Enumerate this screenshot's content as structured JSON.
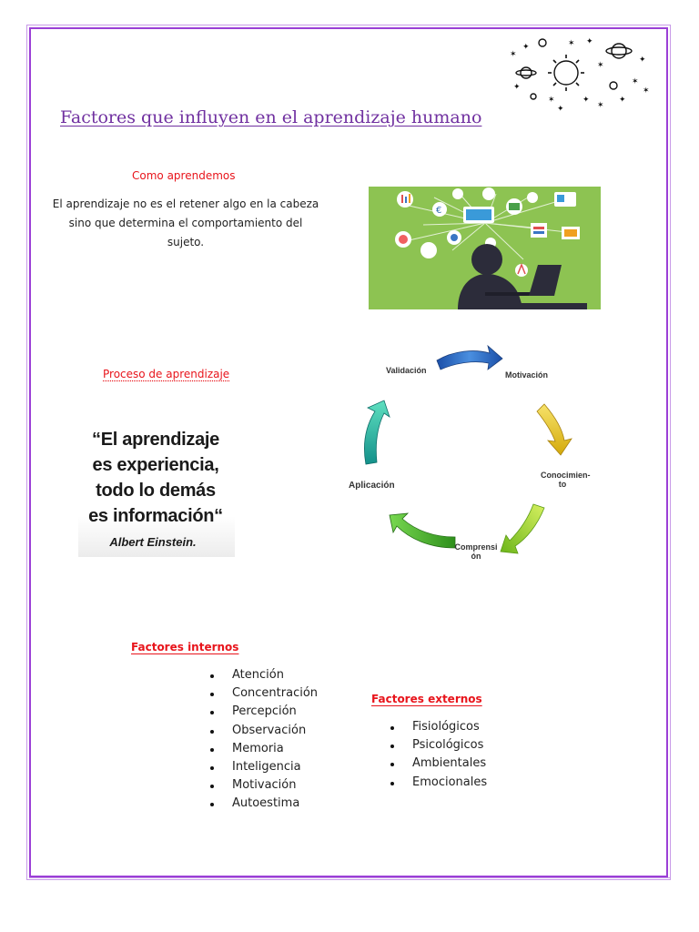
{
  "document": {
    "title": "Factores que influyen en el aprendizaje humano",
    "como_heading": "Como aprendemos",
    "intro_text": "El aprendizaje no es el retener algo en la cabeza sino que determina el comportamiento del sujeto.",
    "proceso_heading": "Proceso de aprendizaje",
    "quote": {
      "line1": "“El aprendizaje",
      "line2": "es experiencia,",
      "line3": "todo lo demás",
      "line4": "es información“",
      "author": "Albert Einstein."
    },
    "cycle": {
      "validacion": "Validación",
      "motivacion": "Motivación",
      "conocimiento": "Conocimien-to",
      "comprension": "Comprensi ón",
      "aplicacion": "Aplicación"
    },
    "internal": {
      "heading": "Factores internos",
      "items": [
        "Atención",
        "Concentración",
        "Percepción",
        "Observación",
        "Memoria",
        "Inteligencia",
        "Motivación",
        "Autoestima"
      ]
    },
    "external": {
      "heading": "Factores externos",
      "items": [
        "Fisiológicos",
        "Psicológicos",
        "Ambientales",
        "Emocionales"
      ]
    }
  },
  "colors": {
    "title": "#7030a0",
    "heading_red": "#e8141b",
    "frame": "#9b3fd6",
    "illustration_bg": "#8dc352"
  },
  "icons": [
    "sun-planets-decoration-icon",
    "person-laptop-illustration-icon"
  ]
}
